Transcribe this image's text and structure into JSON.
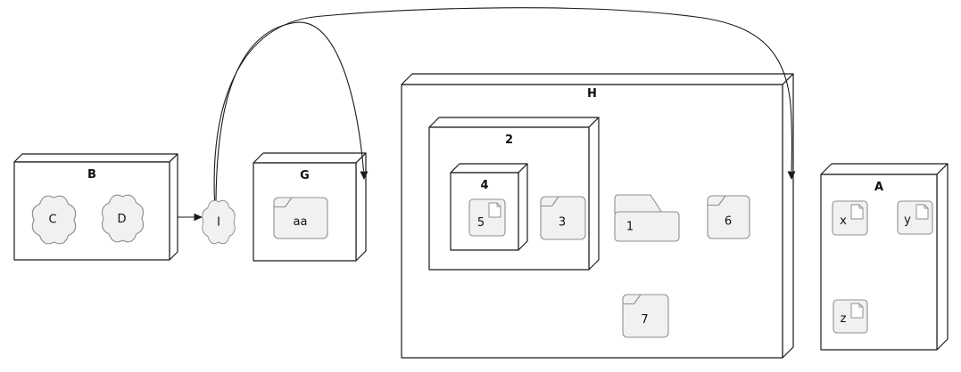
{
  "diagram": {
    "kind": "deployment-diagram",
    "background": "#ffffff",
    "colors": {
      "node_fill": "#ffffff",
      "node_stroke": "#1a1a1a",
      "shape_fill": "#f1f1f1",
      "shape_stroke": "#8f8f8f",
      "edge": "#1a1a1a",
      "text": "#111111"
    },
    "elements": {
      "B": {
        "type": "node",
        "label": "B",
        "contains": [
          "C",
          "D"
        ]
      },
      "C": {
        "type": "cloud",
        "label": "C"
      },
      "D": {
        "type": "cloud",
        "label": "D"
      },
      "I": {
        "type": "cloud",
        "label": "I"
      },
      "G": {
        "type": "node",
        "label": "G",
        "contains": [
          "aa"
        ]
      },
      "aa": {
        "type": "card",
        "label": "aa"
      },
      "H": {
        "type": "node",
        "label": "H",
        "contains": [
          "2",
          "1",
          "6",
          "7"
        ]
      },
      "2": {
        "type": "node",
        "label": "2",
        "contains": [
          "4",
          "3"
        ]
      },
      "4": {
        "type": "node",
        "label": "4",
        "contains": [
          "5"
        ]
      },
      "5": {
        "type": "artifact",
        "label": "5"
      },
      "3": {
        "type": "card",
        "label": "3"
      },
      "1": {
        "type": "folder",
        "label": "1"
      },
      "6": {
        "type": "card",
        "label": "6"
      },
      "7": {
        "type": "card",
        "label": "7"
      },
      "A": {
        "type": "node",
        "label": "A",
        "contains": [
          "x",
          "y",
          "z"
        ]
      },
      "x": {
        "type": "artifact",
        "label": "x"
      },
      "y": {
        "type": "artifact",
        "label": "y"
      },
      "z": {
        "type": "artifact",
        "label": "z"
      }
    },
    "edges": [
      {
        "from": "B",
        "to": "I",
        "style": "straight",
        "arrow": "right"
      },
      {
        "from": "I",
        "to": "G",
        "style": "curved",
        "arrow": "down"
      },
      {
        "from": "I",
        "to": "H",
        "style": "curved",
        "arrow": "down"
      }
    ]
  }
}
